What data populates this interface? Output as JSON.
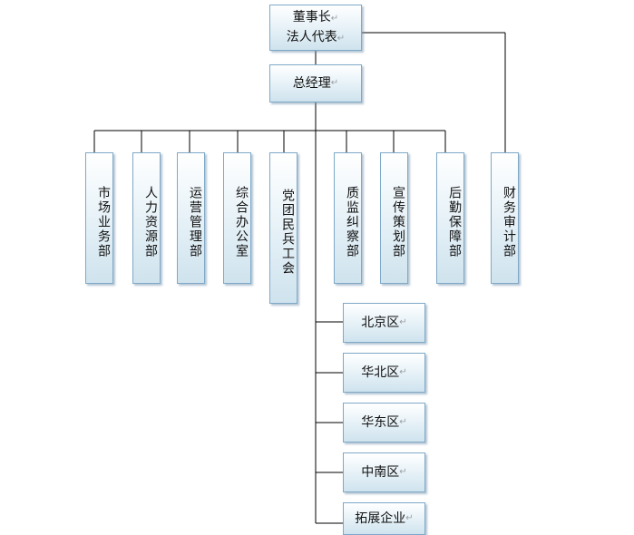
{
  "top": {
    "line1": "董事长",
    "line2": "法人代表"
  },
  "gm": "总经理",
  "departments": [
    "市场业务部",
    "人力资源部",
    "运营管理部",
    "综合办公室",
    "党团民兵工会",
    "质监纠察部",
    "宣传策划部",
    "后勤保障部"
  ],
  "audit": "财务审计部",
  "regions": [
    "北京区",
    "华北区",
    "华东区",
    "中南区",
    "拓展企业"
  ],
  "colors": {
    "line": "#000000",
    "box_border": "#7fa9c8",
    "box_fill_top": "#ffffff",
    "box_fill_bottom": "#cfe3ee"
  }
}
